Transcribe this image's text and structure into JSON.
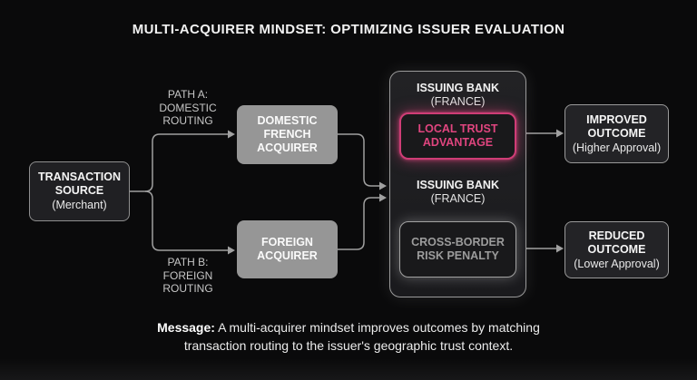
{
  "title": "MULTI-ACQUIRER MINDSET: OPTIMIZING ISSUER EVALUATION",
  "flow": {
    "source": {
      "title_line1": "TRANSACTION",
      "title_line2": "SOURCE",
      "subtitle": "(Merchant)"
    },
    "path_a": {
      "lines": [
        "PATH A:",
        "DOMESTIC",
        "ROUTING"
      ]
    },
    "path_b": {
      "lines": [
        "PATH B:",
        "FOREIGN",
        "ROUTING"
      ]
    },
    "domestic_acquirer": {
      "lines": [
        "DOMESTIC",
        "FRENCH",
        "ACQUIRER"
      ]
    },
    "foreign_acquirer": {
      "lines": [
        "FOREIGN",
        "ACQUIRER"
      ]
    },
    "issuer_panel": {
      "top_bank": {
        "name": "ISSUING BANK",
        "country": "(FRANCE)"
      },
      "local_trust": {
        "lines": [
          "LOCAL TRUST",
          "ADVANTAGE"
        ]
      },
      "bottom_bank": {
        "name": "ISSUING BANK",
        "country": "(FRANCE)"
      },
      "cross_border": {
        "lines": [
          "CROSS-BORDER",
          "RISK PENALTY"
        ]
      }
    },
    "improved_outcome": {
      "title_line1": "IMPROVED",
      "title_line2": "OUTCOME",
      "subtitle": "(Higher Approval)"
    },
    "reduced_outcome": {
      "title_line1": "REDUCED",
      "title_line2": "OUTCOME",
      "subtitle": "(Lower Approval)"
    }
  },
  "message": {
    "label": "Message:",
    "text": "A multi-acquirer mindset improves outcomes by matching transaction routing to the issuer's geographic trust context."
  },
  "colors": {
    "accent_pink_text": "#e0457f",
    "accent_pink_border": "#cf3d76",
    "acquirer_gray": "#969696",
    "connector_gray": "#a0a0a0",
    "background": "#0a0a0b"
  }
}
